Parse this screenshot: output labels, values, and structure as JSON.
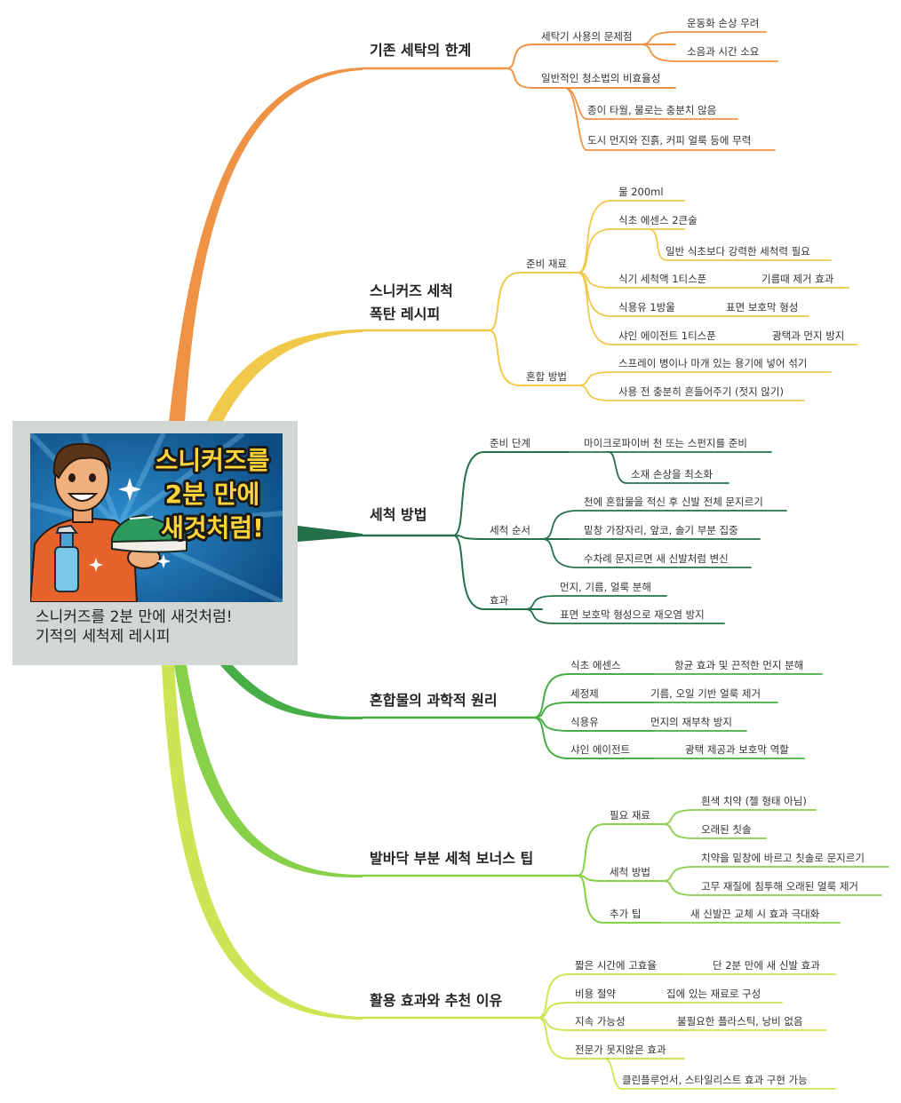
{
  "colors": {
    "branch1": "#ee9346",
    "branch2": "#f1c94a",
    "branch3": "#24704a",
    "branch4": "#47ad46",
    "branch5": "#86d04a",
    "branch6": "#cde554",
    "central_bg": "#d3d7d3"
  },
  "central": {
    "image_text": [
      "스니커즈를",
      "2분 만에",
      "새것처럼!"
    ],
    "title_line1": "스니커즈를 2분 만에 새것처럼!",
    "title_line2": "기적의 세척제 레시피"
  },
  "branches": [
    {
      "title": "기존 세탁의 한계",
      "children": [
        {
          "label": "세탁기 사용의 문제점",
          "children": [
            {
              "label": "운동화 손상 우려"
            },
            {
              "label": "소음과 시간 소요"
            }
          ]
        },
        {
          "label": "일반적인 청소법의 비효율성",
          "children": [
            {
              "label": "종이 타월, 물로는 충분치 않음"
            },
            {
              "label": "도시 먼지와 진흙, 커피 얼룩 등에 무력"
            }
          ]
        }
      ]
    },
    {
      "title_line1": "스니커즈 세척",
      "title_line2": "폭탄 레시피",
      "children": [
        {
          "label": "준비 재료",
          "children": [
            {
              "label": "물 200ml"
            },
            {
              "label": "식초 에센스 2큰술",
              "children": [
                {
                  "label": "일반 식초보다 강력한 세척력 필요"
                }
              ]
            },
            {
              "label": "식기 세척액 1티스푼",
              "children": [
                {
                  "label": "기름때 제거 효과"
                }
              ]
            },
            {
              "label": "식용유 1방울",
              "children": [
                {
                  "label": "표면 보호막 형성"
                }
              ]
            },
            {
              "label": "샤인 에이전트 1티스푼",
              "children": [
                {
                  "label": "광택과 먼지 방지"
                }
              ]
            }
          ]
        },
        {
          "label": "혼합 방법",
          "children": [
            {
              "label": "스프레이 병이나 마개 있는 용기에 넣어 섞기"
            },
            {
              "label": "사용 전 충분히 흔들어주기 (젓지 않기)"
            }
          ]
        }
      ]
    },
    {
      "title": "세척 방법",
      "children": [
        {
          "label": "준비 단계",
          "children": [
            {
              "label": "마이크로파이버 천 또는 스펀지를 준비",
              "children": [
                {
                  "label": "소재 손상을 최소화"
                }
              ]
            }
          ]
        },
        {
          "label": "세척 순서",
          "children": [
            {
              "label": "천에 혼합물을 적신 후 신발 전체 문지르기"
            },
            {
              "label": "밑창 가장자리, 앞코, 솔기 부분 집중"
            },
            {
              "label": "수차례 문지르면 새 신발처럼 변신"
            }
          ]
        },
        {
          "label": "효과",
          "children": [
            {
              "label": "먼지, 기름, 얼룩 분해"
            },
            {
              "label": "표면 보호막 형성으로 재오염 방지"
            }
          ]
        }
      ]
    },
    {
      "title": "혼합물의 과학적 원리",
      "children": [
        {
          "label": "식초 에센스",
          "children": [
            {
              "label": "항균 효과 및 끈적한 먼지 분해"
            }
          ]
        },
        {
          "label": "세정제",
          "children": [
            {
              "label": "기름, 오일 기반 얼룩 제거"
            }
          ]
        },
        {
          "label": "식용유",
          "children": [
            {
              "label": "먼지의 재부착 방지"
            }
          ]
        },
        {
          "label": "샤인 에이전트",
          "children": [
            {
              "label": "광택 제공과 보호막 역할"
            }
          ]
        }
      ]
    },
    {
      "title": "발바닥 부분 세척 보너스 팁",
      "children": [
        {
          "label": "필요 재료",
          "children": [
            {
              "label": "흰색 치약 (젤 형태 아님)"
            },
            {
              "label": "오래된 칫솔"
            }
          ]
        },
        {
          "label": "세척 방법",
          "children": [
            {
              "label": "치약을 밑창에 바르고 칫솔로 문지르기"
            },
            {
              "label": "고무 재질에 침투해 오래된 얼룩 제거"
            }
          ]
        },
        {
          "label": "추가 팁",
          "children": [
            {
              "label": "새 신발끈 교체 시 효과 극대화"
            }
          ]
        }
      ]
    },
    {
      "title": "활용 효과와 추천 이유",
      "children": [
        {
          "label": "짧은 시간에 고효율",
          "children": [
            {
              "label": "단 2분 만에 새 신발 효과"
            }
          ]
        },
        {
          "label": "비용 절약",
          "children": [
            {
              "label": "집에 있는 재료로 구성"
            }
          ]
        },
        {
          "label": "지속 가능성",
          "children": [
            {
              "label": "불필요한 플라스틱, 낭비 없음"
            }
          ]
        },
        {
          "label": "전문가 못지않은 효과",
          "children": [
            {
              "label": "클린플루언서, 스타일리스트 효과 구현 가능"
            }
          ]
        }
      ]
    }
  ]
}
